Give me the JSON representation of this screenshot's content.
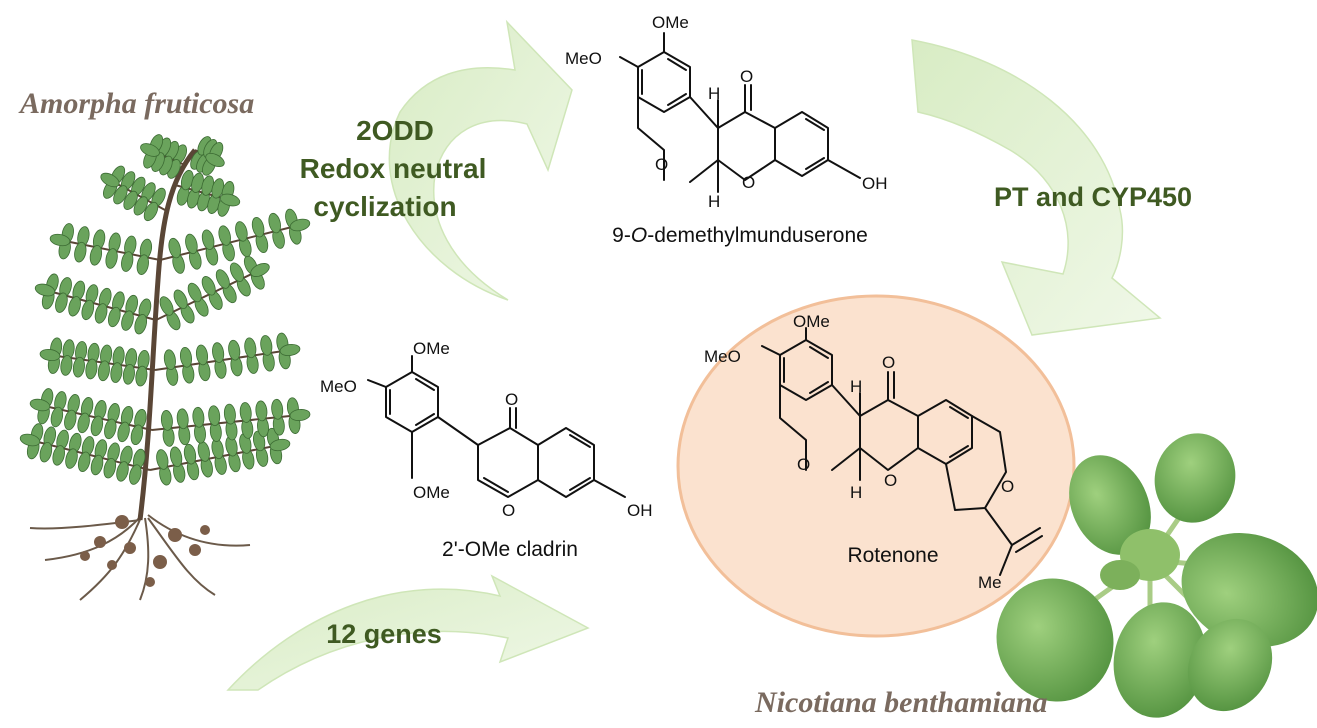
{
  "species": {
    "source_plant": "Amorpha fruticosa",
    "host_plant": "Nicotiana benthamiana"
  },
  "steps": {
    "genes": "12 genes",
    "cyclization_enzyme": "2ODD",
    "cyclization_line1": "Redox neutral",
    "cyclization_line2": "cyclization",
    "prenylation": "PT and CYP450"
  },
  "compounds": {
    "cladrin": "2'-OMe cladrin",
    "mundu_prefix": "9-",
    "mundu_italic": "O",
    "mundu_suffix": "-demethylmunduserone",
    "rotenone": "Rotenone"
  },
  "atoms": {
    "ome": "OMe",
    "meo": "MeO",
    "oxygen": "O",
    "hydroxyl": "OH",
    "hydrogen": "H",
    "methyl": "Me"
  },
  "colors": {
    "arrow_fill": "#e3f1d2",
    "label_green": "#3f5a22",
    "species_brown": "#7a6a5f",
    "circle_fill": "#fbe2cf",
    "circle_stroke": "#f2bf99",
    "leaf": "#6aa35c"
  }
}
